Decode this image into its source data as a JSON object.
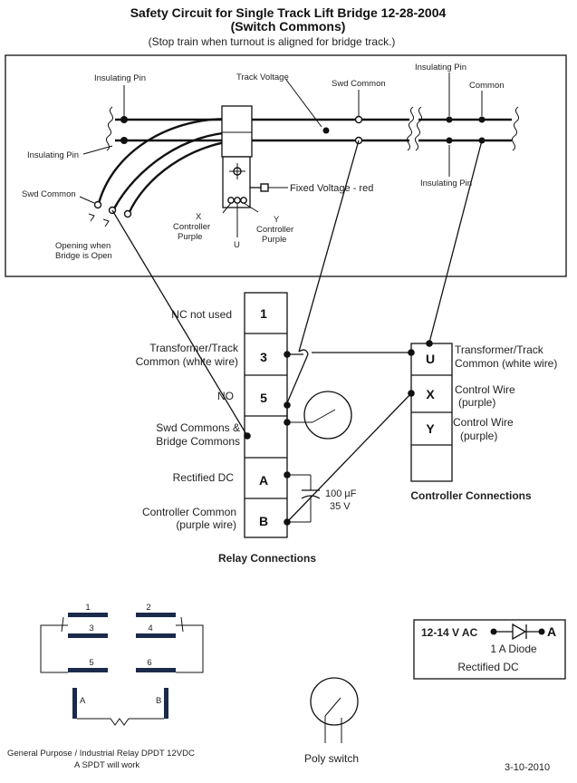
{
  "title": {
    "line1": "Safety Circuit for Single Track Lift Bridge   12-28-2004",
    "line2": "(Switch Commons)",
    "line3": "(Stop train when turnout is aligned for bridge track.)"
  },
  "track": {
    "insulating_pin_top_left": "Insulating Pin",
    "insulating_pin_left": "Insulating Pin",
    "track_voltage": "Track Voltage",
    "swd_common_top": "Swd Common",
    "insulating_pin_top_right": "Insulating Pin",
    "common": "Common",
    "insulating_pin_right": "Insulating Pin",
    "fixed_voltage": "Fixed Voltage - red",
    "x_label": "X",
    "x_controller": "Controller",
    "x_purple": "Purple",
    "y_label": "Y",
    "y_controller": "Controller",
    "y_purple": "Purple",
    "u_label": "U",
    "swd_common_left": "Swd Common",
    "opening_line1": "Opening when",
    "opening_line2": "Bridge is Open"
  },
  "relay": {
    "title": "Relay Connections",
    "terminals": [
      "1",
      "3",
      "5",
      "",
      "A",
      "B"
    ],
    "label_nc": "NC not used",
    "label_transformer1": "Transformer/Track",
    "label_transformer2": "Common (white wire)",
    "label_no": "NO",
    "label_swd1": "Swd Commons &",
    "label_swd2": "Bridge Commons",
    "label_rectified": "Rectified DC",
    "label_controller1": "Controller Common",
    "label_controller2": "(purple wire)",
    "cap_value": "100 µF",
    "cap_voltage": "35 V"
  },
  "controller": {
    "title": "Controller Connections",
    "terminals": [
      "U",
      "X",
      "Y"
    ],
    "u_line1": "Transformer/Track",
    "u_line2": "Common (white wire)",
    "x_line1": "Control Wire",
    "x_line2": "(purple)",
    "y_line1": "Control Wire",
    "y_line2": "(purple)"
  },
  "relay_pins": {
    "pins": [
      "1",
      "2",
      "3",
      "4",
      "5",
      "6"
    ],
    "coil_a": "A",
    "coil_b": "B",
    "caption1": "General Purpose / Industrial Relay DPDT    12VDC",
    "caption2": "A SPDT will work"
  },
  "poly_switch": {
    "label": "Poly switch"
  },
  "rectifier": {
    "input": "12-14 V AC",
    "output": "A",
    "diode": "1 A Diode",
    "caption": "Rectified DC"
  },
  "date": "3-10-2010"
}
